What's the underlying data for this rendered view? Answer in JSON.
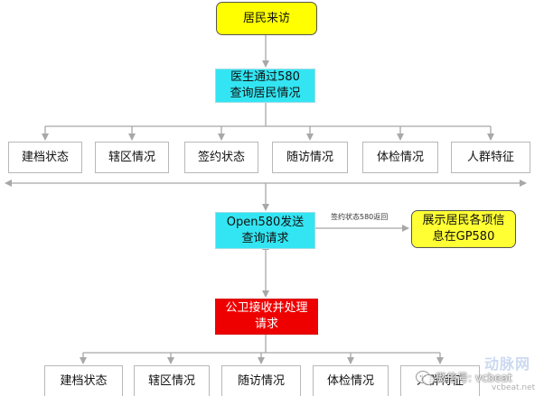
{
  "colors": {
    "start_fill": "#ffff00",
    "process_fill": "#33e5f2",
    "handler_fill": "#ee0000",
    "result_fill": "#ffff33",
    "connector": "#a8a8a8"
  },
  "nodes": {
    "start": {
      "label": "居民来访"
    },
    "doctor_query": {
      "lines": [
        "医生通过580",
        "查询居民情况"
      ]
    },
    "open580_request": {
      "lines": [
        "Open580发送",
        "查询请求"
      ]
    },
    "public_health": {
      "lines": [
        "公卫接收并处理",
        "请求"
      ]
    },
    "show_result": {
      "lines": [
        "展示居民各项信",
        "息在GP580"
      ]
    }
  },
  "edge_labels": {
    "return": "签约状态580返回"
  },
  "top_categories": [
    "建档状态",
    "辖区情况",
    "签约状态",
    "随访情况",
    "体检情况",
    "人群特征"
  ],
  "bottom_categories": [
    "建档状态",
    "辖区情况",
    "随访情况",
    "体检情况",
    "人群特征"
  ],
  "watermark": {
    "wechat_label": "微信号: vcbeat",
    "site": "vcbeat.net",
    "brand": "动脉网",
    "icon": "wechat-icon"
  }
}
